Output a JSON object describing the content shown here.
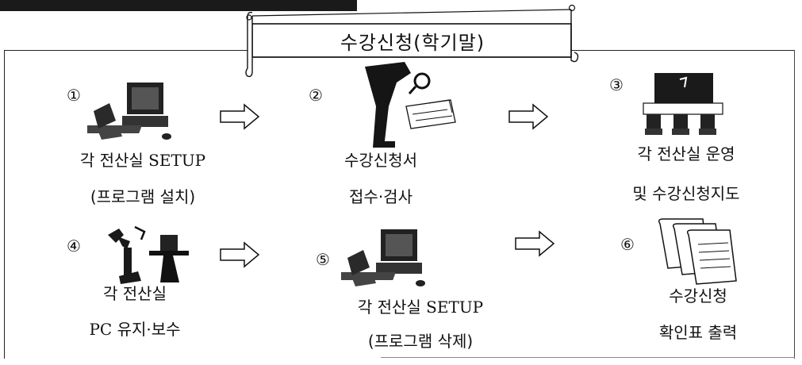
{
  "title": "수강신청(학기말)",
  "steps": [
    {
      "num": "①",
      "line1": "각 전산실 SETUP",
      "line2": "(프로그램 설치)"
    },
    {
      "num": "②",
      "line1": "수강신청서",
      "line2": "접수·검사"
    },
    {
      "num": "③",
      "line1": "각 전산실 운영",
      "line2": "및 수강신청지도"
    },
    {
      "num": "④",
      "line1": "각 전산실",
      "line2": "PC 유지·보수"
    },
    {
      "num": "⑤",
      "line1": "각 전산실 SETUP",
      "line2": "(프로그램 삭제)"
    },
    {
      "num": "⑥",
      "line1": "수강신청",
      "line2": "확인표 출력"
    }
  ]
}
